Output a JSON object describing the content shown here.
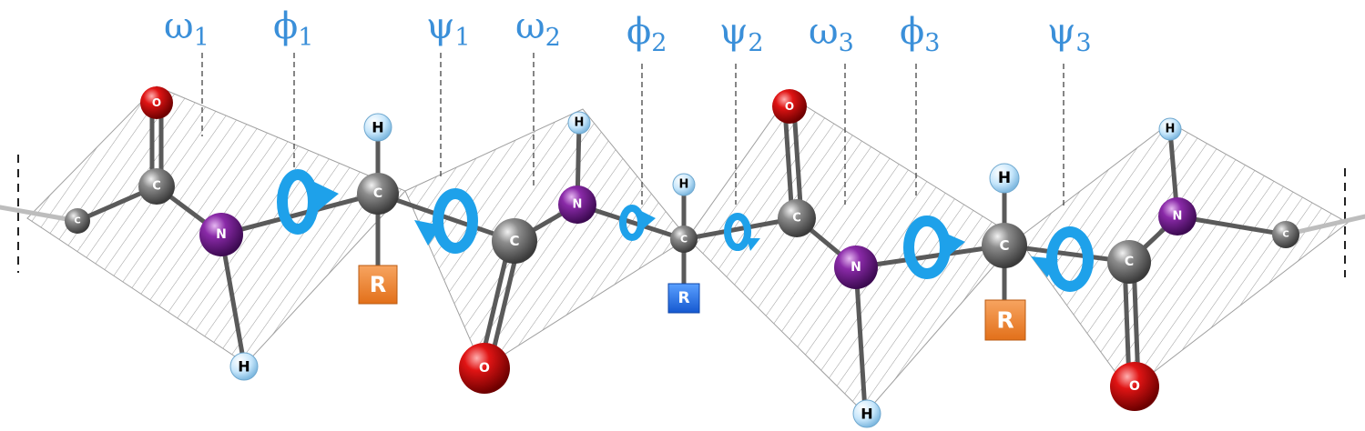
{
  "torsion_labels": [
    {
      "symbol": "ω",
      "index": "1"
    },
    {
      "symbol": "ϕ",
      "index": "1"
    },
    {
      "symbol": "ψ",
      "index": "1"
    },
    {
      "symbol": "ω",
      "index": "2"
    },
    {
      "symbol": "ϕ",
      "index": "2"
    },
    {
      "symbol": "ψ",
      "index": "2"
    },
    {
      "symbol": "ω",
      "index": "3"
    },
    {
      "symbol": "ϕ",
      "index": "3"
    },
    {
      "symbol": "ψ",
      "index": "3"
    }
  ],
  "atom_labels": {
    "carbon": "C",
    "nitrogen": "N",
    "oxygen": "O",
    "hydrogen": "H",
    "side_chain": "R"
  },
  "colors": {
    "carbon": "#6f6f6f",
    "nitrogen": "#7a1f9a",
    "oxygen": "#d61010",
    "hydrogen": "#bfe3fb",
    "side_chain_orange": "#ef7d22",
    "side_chain_blue": "#1f6fe6",
    "rotation_arrow": "#1ea1ea",
    "label": "#3a8fd9"
  }
}
